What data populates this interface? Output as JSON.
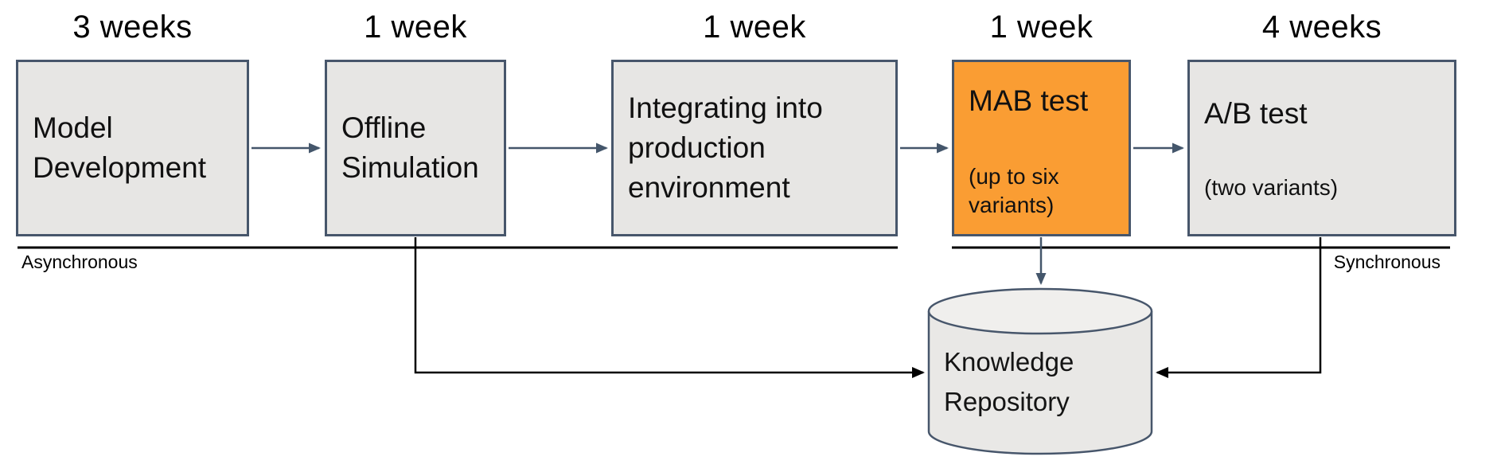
{
  "diagram": {
    "stages": [
      {
        "id": "model-development",
        "duration": "3 weeks",
        "title": "Model Development",
        "subtitle": "",
        "highlighted": false
      },
      {
        "id": "offline-simulation",
        "duration": "1 week",
        "title": "Offline Simulation",
        "subtitle": "",
        "highlighted": false
      },
      {
        "id": "production-integration",
        "duration": "1 week",
        "title": "Integrating into production environment",
        "subtitle": "",
        "highlighted": false
      },
      {
        "id": "mab-test",
        "duration": "1 week",
        "title": "MAB test",
        "subtitle": "(up to six variants)",
        "highlighted": true
      },
      {
        "id": "ab-test",
        "duration": "4 weeks",
        "title": "A/B test",
        "subtitle": "(two variants)",
        "highlighted": false
      }
    ],
    "zones": {
      "asynchronous": "Asynchronous",
      "synchronous": "Synchronous"
    },
    "repository": {
      "label": "Knowledge Repository"
    },
    "colors": {
      "box_fill": "#e7e6e4",
      "box_border": "#47566b",
      "highlight_fill": "#fa9d33",
      "connector": "#44566b",
      "zone_line": "#000000",
      "text": "#111111"
    }
  }
}
